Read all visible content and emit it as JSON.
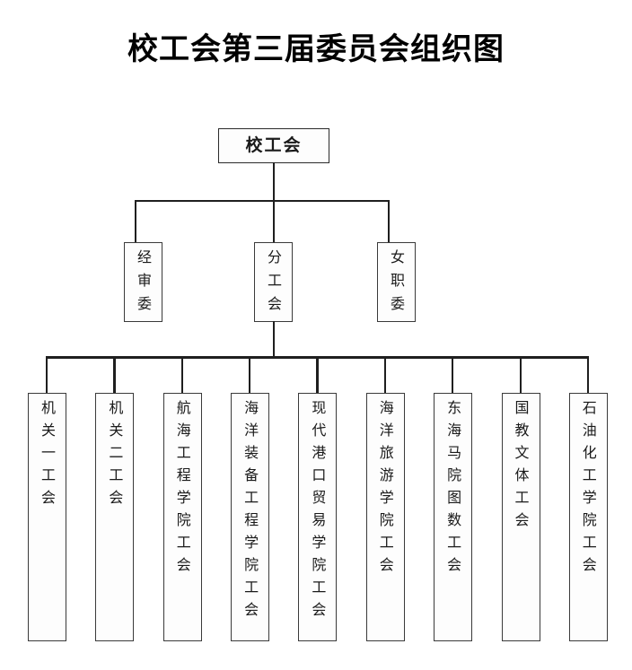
{
  "document": {
    "title": "校工会第三届委员会组织图",
    "background_color": "#ffffff",
    "line_color": "#1f1f1f",
    "box_border_color": "#3a3a3a",
    "box_fill_color": "#fdfdfd",
    "text_color": "#1a1a1a"
  },
  "org_chart": {
    "type": "organization-tree",
    "orientation": "top-down",
    "text_direction": "vertical-for-subordinate-nodes",
    "root": {
      "id": "root",
      "label": "校工会",
      "text_direction": "horizontal"
    },
    "level2": [
      {
        "id": "l2-1",
        "label": "经审委",
        "text_direction": "vertical"
      },
      {
        "id": "l2-2",
        "label": "分工会",
        "text_direction": "vertical"
      },
      {
        "id": "l2-3",
        "label": "女职委",
        "text_direction": "vertical"
      }
    ],
    "level3_parent": "分工会",
    "level3": [
      {
        "id": "l3-1",
        "label": "机关一工会",
        "text_direction": "vertical"
      },
      {
        "id": "l3-2",
        "label": "机关二工会",
        "text_direction": "vertical"
      },
      {
        "id": "l3-3",
        "label": "航海工程学院工会",
        "text_direction": "vertical"
      },
      {
        "id": "l3-4",
        "label": "海洋装备工程学院工会",
        "text_direction": "vertical"
      },
      {
        "id": "l3-5",
        "label": "现代港口贸易学院工会",
        "text_direction": "vertical"
      },
      {
        "id": "l3-6",
        "label": "海洋旅游学院工会",
        "text_direction": "vertical"
      },
      {
        "id": "l3-7",
        "label": "东海马院图数工会",
        "text_direction": "vertical"
      },
      {
        "id": "l3-8",
        "label": "国教文体工会",
        "text_direction": "vertical"
      },
      {
        "id": "l3-9",
        "label": "石油化工学院工会",
        "text_direction": "vertical"
      }
    ]
  }
}
